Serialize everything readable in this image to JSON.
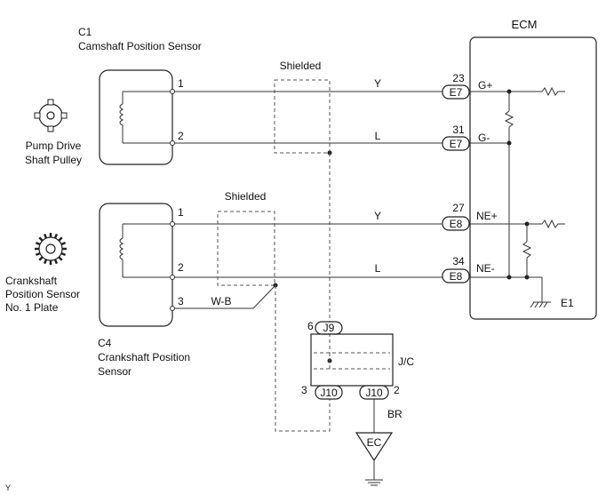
{
  "ecm": {
    "title": "ECM",
    "pins": [
      {
        "number": "23",
        "connector": "E7",
        "signal": "G+"
      },
      {
        "number": "31",
        "connector": "E7",
        "signal": "G-"
      },
      {
        "number": "27",
        "connector": "E8",
        "signal": "NE+"
      },
      {
        "number": "34",
        "connector": "E8",
        "signal": "NE-"
      }
    ],
    "ground_label": "E1"
  },
  "cam_sensor": {
    "code": "C1",
    "name": "Camshaft Position Sensor",
    "pulley_line1": "Pump Drive",
    "pulley_line2": "Shaft Pulley",
    "pins": [
      "1",
      "2"
    ]
  },
  "crank_sensor": {
    "code": "C4",
    "name_line1": "Crankshaft Position",
    "name_line2": "Sensor",
    "plate_line1": "Crankshaft",
    "plate_line2": "Position Sensor",
    "plate_line3": "No. 1 Plate",
    "pins": [
      "1",
      "2",
      "3"
    ]
  },
  "shield_labels": [
    "Shielded",
    "Shielded"
  ],
  "wire_colors": {
    "cam_pin1": "Y",
    "cam_pin2": "L",
    "crank_pin1": "Y",
    "crank_pin2": "L",
    "crank_pin3": "W-B",
    "ground": "BR"
  },
  "junction": {
    "label": "J/C",
    "top_pin": "6",
    "top_conn": "J9",
    "left_pin": "3",
    "left_conn": "J10",
    "right_pin": "2",
    "right_conn": "J10"
  },
  "ground_point": "EC",
  "corner_mark": "Y"
}
